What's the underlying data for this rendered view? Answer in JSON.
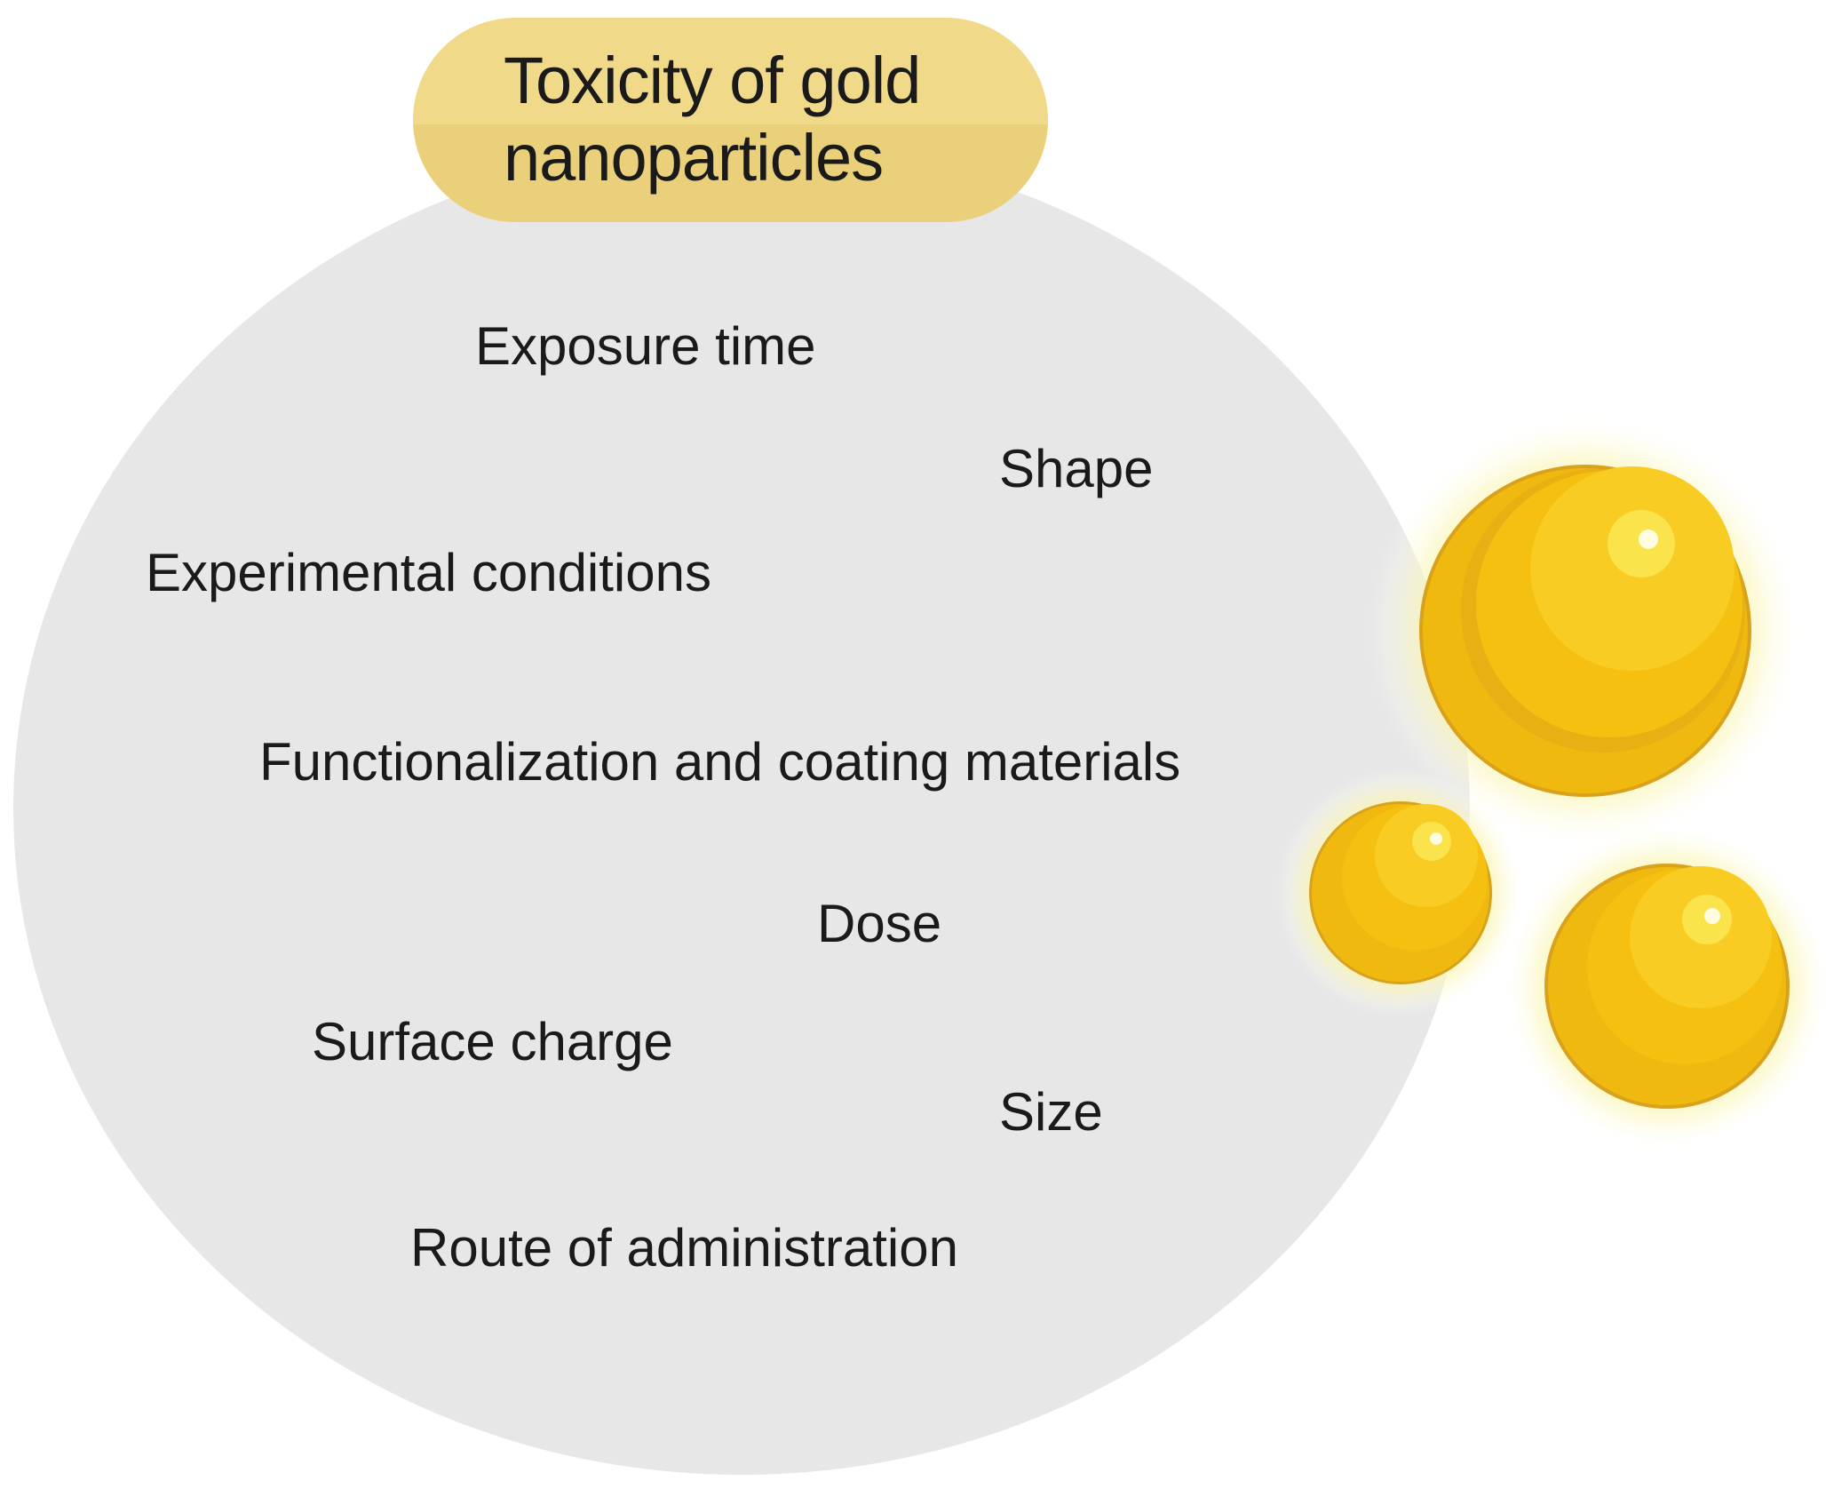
{
  "title": "Toxicity of gold\nnanoparticles",
  "factors": [
    "Exposure time",
    "Shape",
    "Experimental conditions",
    "Functionalization and coating materials",
    "Dose",
    "Surface charge",
    "Size",
    "Route of administration"
  ],
  "colors": {
    "background_circle": "#e7e7e8",
    "title_pill": "#f1d98a",
    "gold_light": "#fbd42a",
    "gold_mid": "#f2bd10",
    "gold_dark": "#d9a21d",
    "glow": "#fbf5a6"
  },
  "illustration": {
    "icon": "gold-nanoparticle-spheres-icon",
    "sphere_count": 3
  }
}
